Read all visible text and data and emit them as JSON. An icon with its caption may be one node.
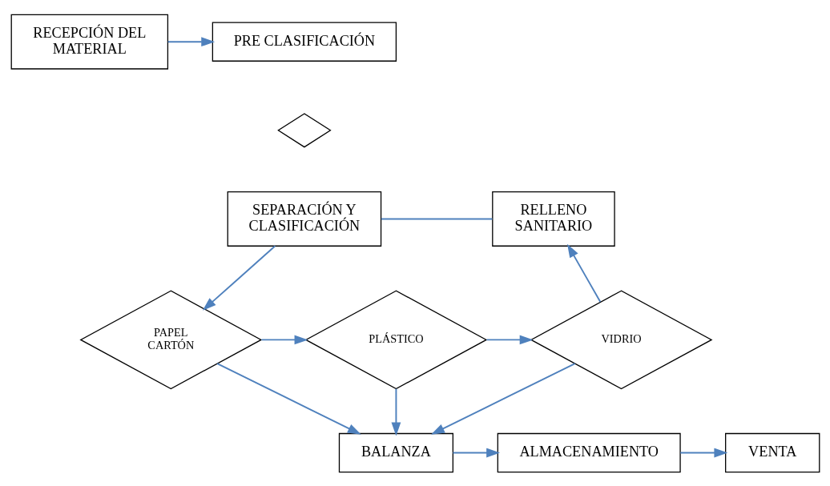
{
  "diagram": {
    "nodes": [
      {
        "text": [
          "RECEPCIÓN DEL MATERIAL"
        ]
      },
      {
        "text": [
          "PRE CLASIFICACIÓN"
        ]
      },
      {
        "text": [],
        "shape": "diamond"
      },
      {
        "text": [
          "SEPARACIÓN Y CLASIFICACIÓN"
        ]
      },
      {
        "text": [
          "RELLENO SANITARIO"
        ]
      },
      {
        "text": [
          "PAPEL CARTÓN"
        ]
      },
      {
        "text": [
          "PLÁSTICO"
        ]
      },
      {
        "text": [
          "VIDRIO"
        ]
      },
      {
        "text": [
          "BALANZA"
        ]
      },
      {
        "text": [
          "ALMACENAMIENTO"
        ]
      },
      {
        "text": [
          "VENTA"
        ]
      }
    ],
    "edges": [
      {
        "from": 0,
        "to": 1,
        "arrow": "to"
      },
      {
        "from": 3,
        "to": 5,
        "arrow": "to"
      },
      {
        "from": 3,
        "to": 4,
        "arrow": "none"
      },
      {
        "from": 5,
        "to": 6,
        "arrow": "to"
      },
      {
        "from": 6,
        "to": 7,
        "arrow": "to"
      },
      {
        "from": 7,
        "to": 4,
        "arrow": "to"
      },
      {
        "from": 5,
        "to": 8,
        "arrow": "to"
      },
      {
        "from": 6,
        "to": 8,
        "arrow": "to"
      },
      {
        "from": 7,
        "to": 8,
        "arrow": "to"
      },
      {
        "from": 8,
        "to": 9,
        "arrow": "to"
      },
      {
        "from": 9,
        "to": 10,
        "arrow": "to"
      }
    ]
  }
}
